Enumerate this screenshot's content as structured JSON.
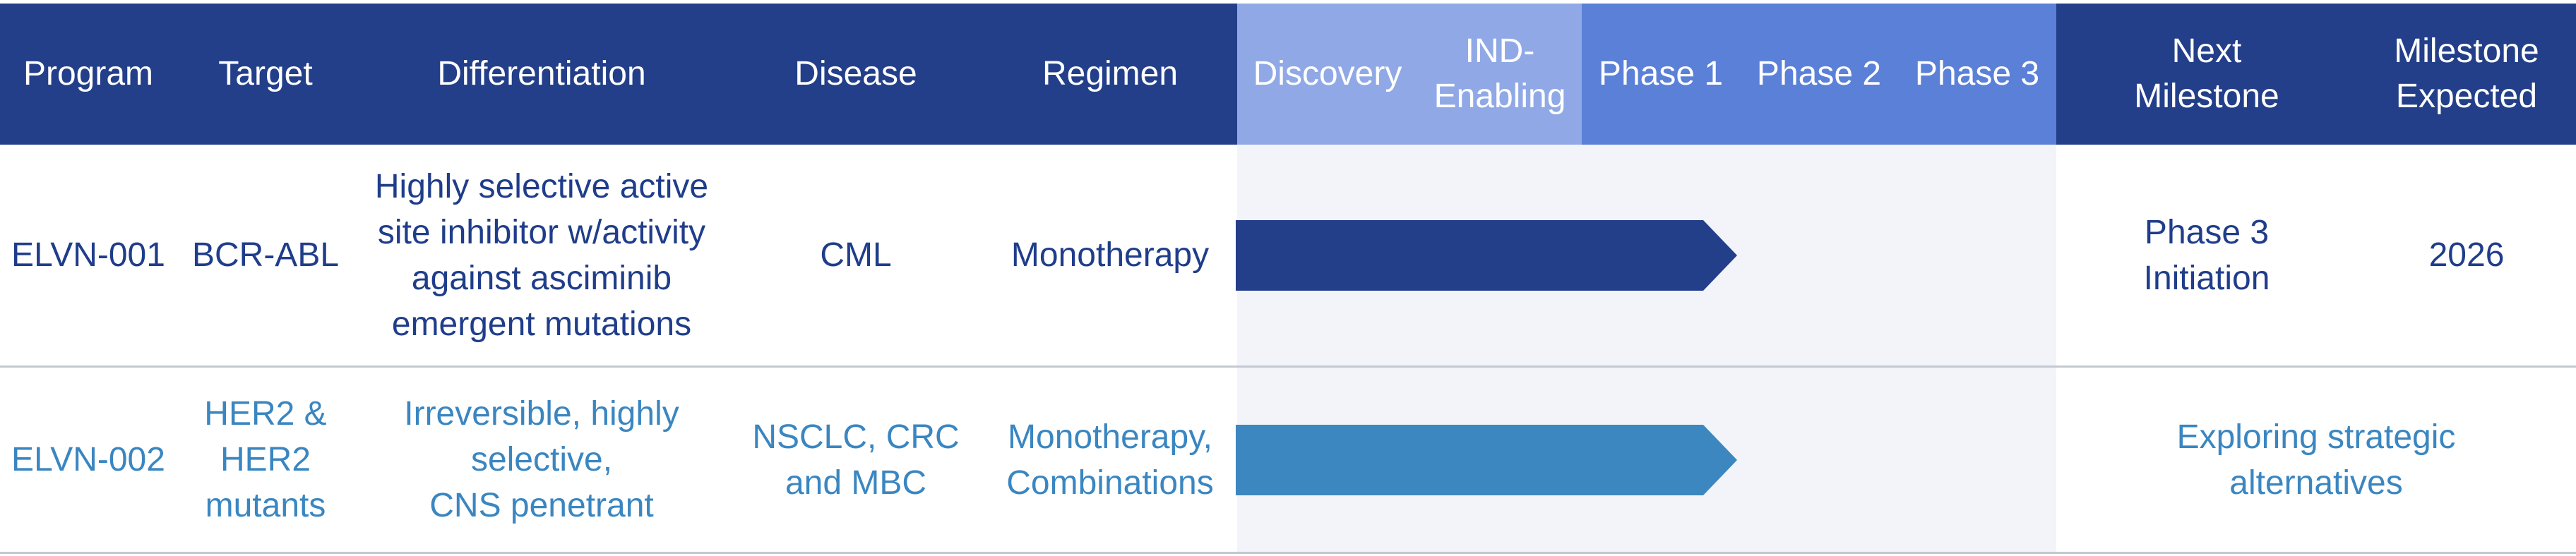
{
  "columns": {
    "program": "Program",
    "target": "Target",
    "differentiation": "Differentiation",
    "disease": "Disease",
    "regimen": "Regimen",
    "discovery": "Discovery",
    "ind_enabling": "IND-\nEnabling",
    "phase1": "Phase 1",
    "phase2": "Phase 2",
    "phase3": "Phase 3",
    "next_milestone": "Next\nMilestone",
    "milestone_expected": "Milestone\nExpected"
  },
  "colors": {
    "header_dark": "#233f8a",
    "header_light": "#90a9e6",
    "header_mid": "#5b80d8",
    "band": "#f2f4f9",
    "row1_text": "#1f3d8a",
    "row2_text": "#3a86c1",
    "bar1": "#233f8a",
    "bar2": "#3c87c0"
  },
  "rows": [
    {
      "program": "ELVN-001",
      "target": "BCR-ABL",
      "differentiation": "Highly selective active\nsite inhibitor w/activity\nagainst asciminib\nemergent mutations",
      "disease": "CML",
      "regimen": "Monotherapy",
      "stage_reached": "Phase 1",
      "next_milestone": "Phase 3\nInitiation",
      "milestone_expected": "2026"
    },
    {
      "program": "ELVN-002",
      "target": "HER2 &\nHER2\nmutants",
      "differentiation": "Irreversible, highly\nselective,\nCNS penetrant",
      "disease": "NSCLC, CRC\nand MBC",
      "regimen": "Monotherapy,\nCombinations",
      "stage_reached": "Phase 1",
      "next_milestone": "Exploring strategic\nalternatives"
    }
  ]
}
